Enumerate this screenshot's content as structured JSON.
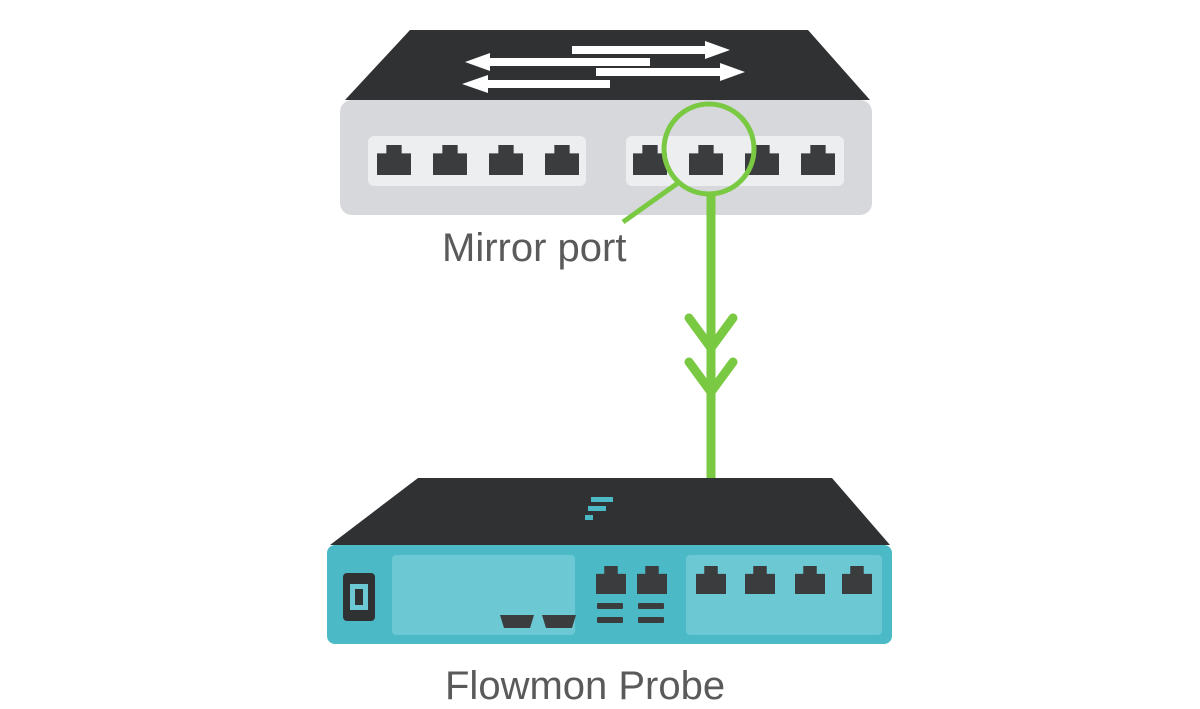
{
  "labels": {
    "mirror_port": "Mirror port",
    "probe": "Flowmon Probe"
  },
  "colors": {
    "switch_top": "#2f3133",
    "switch_body": "#d6d8db",
    "switch_panel": "#eceef0",
    "port": "#3a3c3e",
    "accent_green": "#7ac943",
    "probe_body": "#4bb9c6",
    "probe_panel": "#6cc8d2",
    "probe_top": "#2f3133",
    "probe_logo": "#4bb9c6",
    "arrow_white": "#ffffff"
  },
  "switch": {
    "port_count": 8
  },
  "probe": {
    "port_count": 6
  },
  "icons": [
    "network-switch-icon",
    "flowmon-probe-icon",
    "mirror-port-highlight-icon",
    "power-socket-icon",
    "flowmon-logo-icon"
  ]
}
